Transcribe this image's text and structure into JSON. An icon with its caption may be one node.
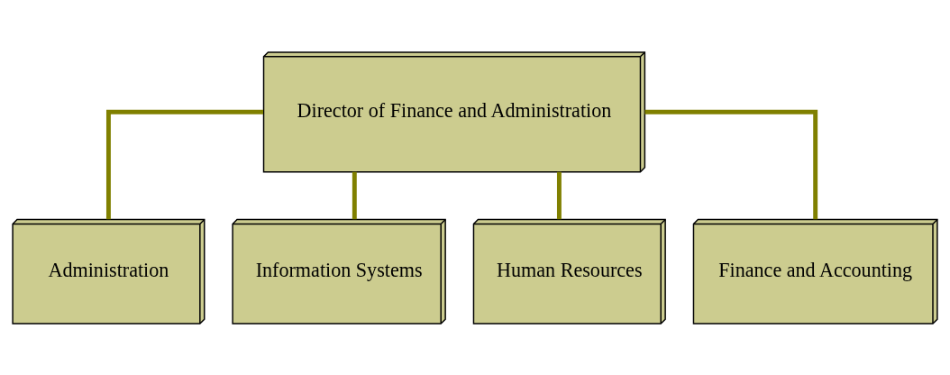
{
  "diagram": {
    "nodes": [
      {
        "text": [
          "Director of Finance and Administration"
        ]
      },
      {
        "text": [
          "Administration"
        ]
      },
      {
        "text": [
          "Information Systems"
        ]
      },
      {
        "text": [
          "Human Resources"
        ]
      },
      {
        "text": [
          "Finance and Accounting"
        ]
      }
    ],
    "edges": [
      {
        "from": 0,
        "to": 1,
        "arrow": "none"
      },
      {
        "from": 0,
        "to": 2,
        "arrow": "none"
      },
      {
        "from": 0,
        "to": 3,
        "arrow": "none"
      },
      {
        "from": 0,
        "to": 4,
        "arrow": "none"
      }
    ]
  }
}
